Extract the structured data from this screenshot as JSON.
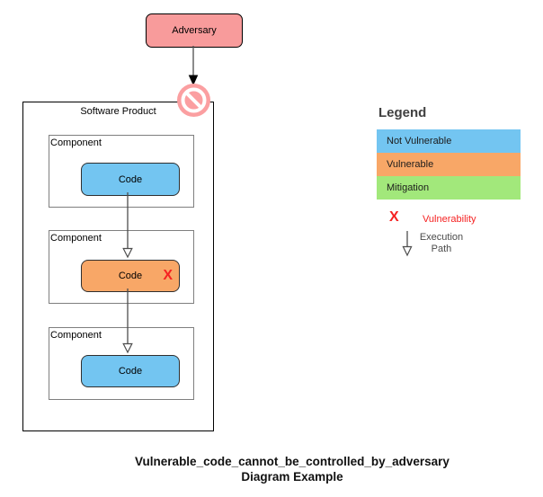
{
  "diagram": {
    "adversary": {
      "label": "Adversary"
    },
    "prohibition_icon": "no-entry-blocked-sign",
    "software_product": {
      "label": "Software Product"
    },
    "components": [
      {
        "label": "Component",
        "code_label": "Code",
        "status": "not_vulnerable"
      },
      {
        "label": "Component",
        "code_label": "Code",
        "status": "vulnerable",
        "vulnerability_marker": "X"
      },
      {
        "label": "Component",
        "code_label": "Code",
        "status": "not_vulnerable"
      }
    ]
  },
  "legend": {
    "title": "Legend",
    "items": [
      {
        "label": "Not Vulnerable",
        "color": "#73C5F1"
      },
      {
        "label": "Vulnerable",
        "color": "#F8A767"
      },
      {
        "label": "Mitigation",
        "color": "#A2E87B"
      }
    ],
    "vulnerability": {
      "symbol": "X",
      "label": "Vulnerability"
    },
    "execution_path": {
      "line1": "Execution",
      "line2": "Path"
    }
  },
  "caption": {
    "line1": "Vulnerable_code_cannot_be_controlled_by_adversary",
    "line2": "Diagram Example"
  },
  "colors": {
    "not_vulnerable": "#73C5F1",
    "vulnerable": "#F8A767",
    "mitigation": "#A2E87B",
    "adversary_fill": "#F89B9B",
    "prohibition_fill": "#FB9FA1",
    "vulnerability_red": "#F52222",
    "connector": "#4D4D4D"
  }
}
